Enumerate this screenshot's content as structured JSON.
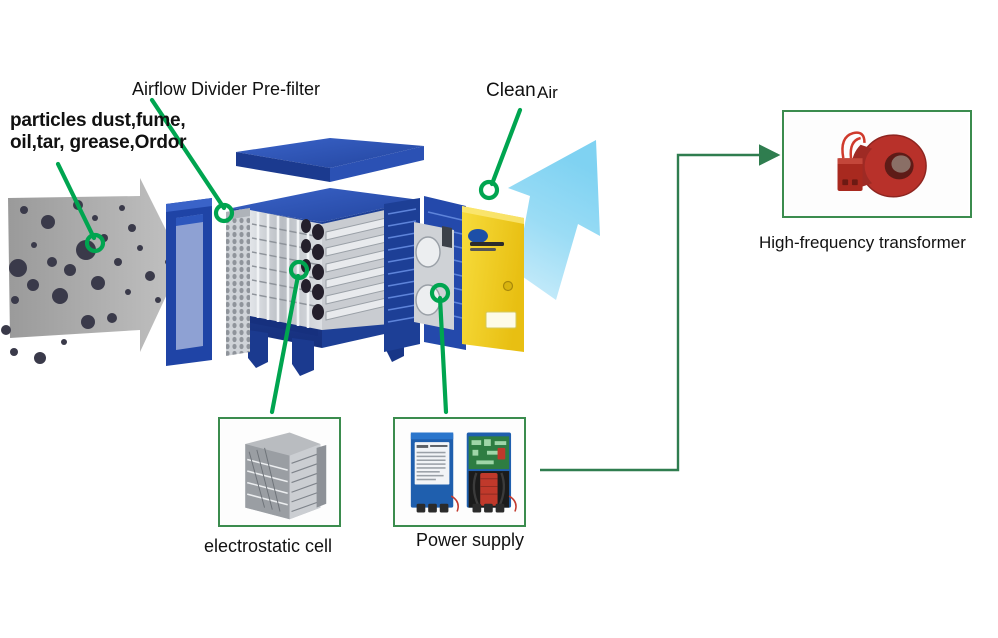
{
  "diagram": {
    "title": "Electrostatic precipitator exploded view",
    "labels": {
      "particles": "particles dust,fume,\noil,tar, grease,Ordor",
      "prefilter": "Airflow Divider Pre-filter",
      "clean_air_primary": "Clean",
      "clean_air_secondary": "Air",
      "electrostatic_cell": "electrostatic cell",
      "power_supply": "Power supply",
      "high_frequency_transformer": "High-frequency transformer"
    },
    "colors": {
      "callout_green": "#00a550",
      "connector_green": "#2f7d4f",
      "box_border_green": "#3b8c4e",
      "housing_blue": "#1a3faa",
      "housing_blue_light": "#2f5fd0",
      "housing_blue_dark": "#122e7d",
      "clean_air_cyan": "#8fd8f5",
      "dirty_air_gray": "#a8a8a8",
      "particle_dark": "#3a3a4a",
      "door_yellow": "#f2d024",
      "metal_light": "#d8dade",
      "metal_mid": "#b0b4ba",
      "transformer_red": "#b8312a",
      "pcb_green": "#2e7d42",
      "text": "#111111"
    }
  }
}
